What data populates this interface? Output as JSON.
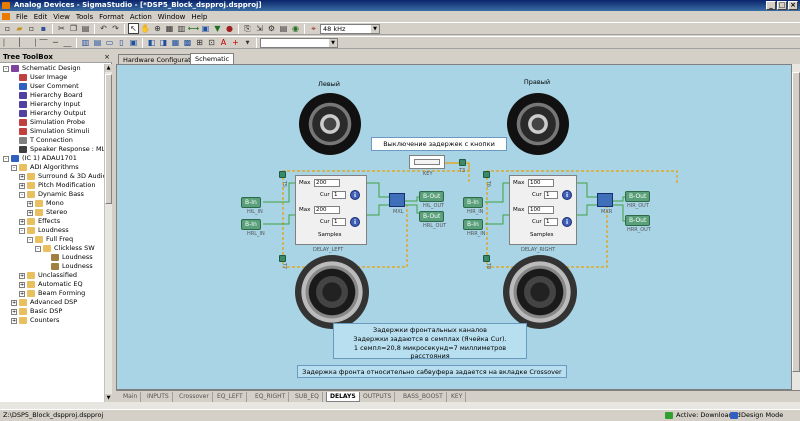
{
  "window": {
    "title": "Analog Devices - SigmaStudio - [*DSP5_Block_dspproj.dspproj]"
  },
  "menu": [
    "File",
    "Edit",
    "View",
    "Tools",
    "Format",
    "Action",
    "Window",
    "Help"
  ],
  "toolbar": {
    "sample_rate": "48 kHz"
  },
  "tree": {
    "title": "Tree ToolBox",
    "close": "×",
    "items": [
      {
        "label": "Schematic Design",
        "level": 0,
        "toggle": "-",
        "icon_color": "#8040a0"
      },
      {
        "label": "User Image",
        "level": 1,
        "toggle": "",
        "icon_color": "#c04040"
      },
      {
        "label": "User Comment",
        "level": 1,
        "toggle": "",
        "icon_color": "#3060c0"
      },
      {
        "label": "Hierarchy Board",
        "level": 1,
        "toggle": "",
        "icon_color": "#5040a0"
      },
      {
        "label": "Hierarchy Input",
        "level": 1,
        "toggle": "",
        "icon_color": "#5040a0"
      },
      {
        "label": "Hierarchy Output",
        "level": 1,
        "toggle": "",
        "icon_color": "#5040a0"
      },
      {
        "label": "Simulation Probe",
        "level": 1,
        "toggle": "",
        "icon_color": "#c04040"
      },
      {
        "label": "Simulation Stimuli",
        "level": 1,
        "toggle": "",
        "icon_color": "#c04040"
      },
      {
        "label": "T Connection",
        "level": 1,
        "toggle": "",
        "icon_color": "#808080"
      },
      {
        "label": "Speaker Response : MLS",
        "level": 1,
        "toggle": "",
        "icon_color": "#404040"
      },
      {
        "label": "(IC 1) ADAU1701",
        "level": 0,
        "toggle": "-",
        "icon_color": "#3060c0"
      },
      {
        "label": "ADI Algorithms",
        "level": 1,
        "toggle": "-",
        "icon_color": "#e8c060"
      },
      {
        "label": "Surround & 3D Audio",
        "level": 2,
        "toggle": "+",
        "icon_color": "#e8c060"
      },
      {
        "label": "Pitch Modification",
        "level": 2,
        "toggle": "+",
        "icon_color": "#e8c060"
      },
      {
        "label": "Dynamic Bass",
        "level": 2,
        "toggle": "-",
        "icon_color": "#e8c060"
      },
      {
        "label": "Mono",
        "level": 3,
        "toggle": "+",
        "icon_color": "#e8c060"
      },
      {
        "label": "Stereo",
        "level": 3,
        "toggle": "+",
        "icon_color": "#e8c060"
      },
      {
        "label": "Effects",
        "level": 2,
        "toggle": "+",
        "icon_color": "#e8c060"
      },
      {
        "label": "Loudness",
        "level": 2,
        "toggle": "-",
        "icon_color": "#e8c060"
      },
      {
        "label": "Full Freq",
        "level": 3,
        "toggle": "-",
        "icon_color": "#e8c060"
      },
      {
        "label": "Clickless SW",
        "level": 4,
        "toggle": "-",
        "icon_color": "#e8c060"
      },
      {
        "label": "Loudness",
        "level": 5,
        "toggle": "",
        "icon_color": "#a08040"
      },
      {
        "label": "Loudness",
        "level": 5,
        "toggle": "",
        "icon_color": "#a08040"
      },
      {
        "label": "Unclassified",
        "level": 2,
        "toggle": "+",
        "icon_color": "#e8c060"
      },
      {
        "label": "Automatic EQ",
        "level": 2,
        "toggle": "+",
        "icon_color": "#e8c060"
      },
      {
        "label": "Beam Forming",
        "level": 2,
        "toggle": "+",
        "icon_color": "#e8c060"
      },
      {
        "label": "Advanced DSP",
        "level": 1,
        "toggle": "+",
        "icon_color": "#e8c060"
      },
      {
        "label": "Basic DSP",
        "level": 1,
        "toggle": "+",
        "icon_color": "#e8c060"
      },
      {
        "label": "Counters",
        "level": 1,
        "toggle": "+",
        "icon_color": "#e8c060"
      }
    ]
  },
  "doc_tabs": [
    "Hardware Configuration",
    "Schematic"
  ],
  "diagram": {
    "left_label": "Левый",
    "right_label": "Правый",
    "toggle_label": "Выключение задержек с кнопки",
    "key_label": "KEY",
    "left": {
      "in1": "B-In",
      "in1_sub": "HIL_IN",
      "in2": "B-In",
      "in2_sub": "HRL_IN",
      "max1": "200",
      "cur1": "1",
      "max2": "200",
      "cur2": "1",
      "delay_sub": "DELAY_LEFT",
      "mix_sub": "MXL",
      "out1": "B-Out",
      "out1_sub": "HIL_OUT",
      "out2": "B-Out",
      "out2_sub": "HRL_OUT",
      "t_top": "T5",
      "t_bot": "T7"
    },
    "right": {
      "in1": "B-In",
      "in1_sub": "HIR_IN",
      "in2": "B-In",
      "in2_sub": "HRR_IN",
      "max1": "100",
      "cur1": "1",
      "max2": "100",
      "cur2": "1",
      "delay_sub": "DELAY_RIGHT",
      "mix_sub": "MXR",
      "out1": "B-Out",
      "out1_sub": "HIR_OUT",
      "out2": "B-Out",
      "out2_sub": "HRR_OUT",
      "t_top": "T6",
      "t_bot": "T8"
    },
    "t_key": "T3",
    "labels": {
      "max": "Max",
      "cur": "Cur",
      "samples": "Samples"
    },
    "note1_lines": [
      "Задержки фронтальных каналов",
      "Задержки задаются в семплах (Ячейка Cur).",
      "1 семпл=20,8 микросекунд=7 миллиметров расстояния"
    ],
    "note2": "Задержка фронта относительно сабвуфера задается на вкладке Crossover"
  },
  "sheet_tabs": [
    "Main",
    "INPUTS",
    "Crossover",
    "EQ_LEFT",
    "EQ_RIGHT",
    "SUB_EQ",
    "DELAYS",
    "OUTPUTS",
    "BASS_BOOST",
    "KEY"
  ],
  "active_sheet": "DELAYS",
  "status": {
    "path": "Z:\\DSP5_Block_dspproj.dspproj",
    "link": "Active: Downloaded",
    "mode": "Design Mode"
  }
}
